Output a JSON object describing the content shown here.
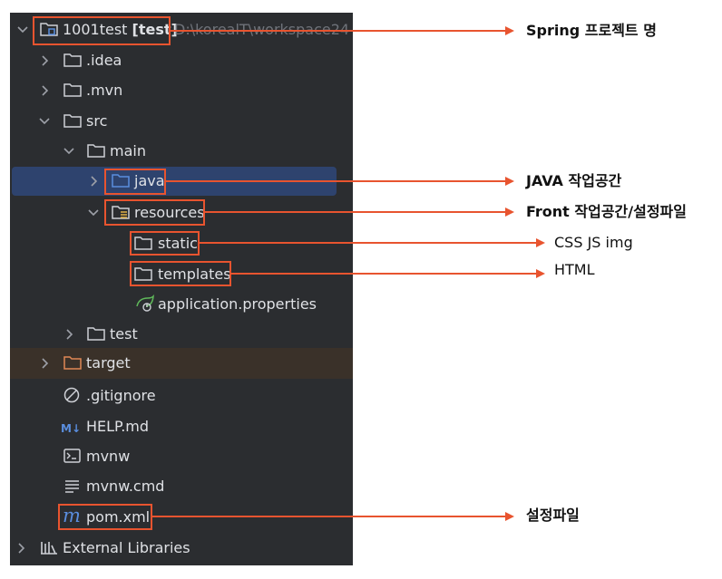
{
  "tree": {
    "root": {
      "label": "1001test",
      "module": "[test]",
      "path": "D:\\korealT\\workspace24"
    },
    "items": [
      {
        "label": ".idea"
      },
      {
        "label": ".mvn"
      },
      {
        "label": "src"
      },
      {
        "label": "main"
      },
      {
        "label": "java"
      },
      {
        "label": "resources"
      },
      {
        "label": "static"
      },
      {
        "label": "templates"
      },
      {
        "label": "application.properties"
      },
      {
        "label": "test"
      },
      {
        "label": "target"
      },
      {
        "label": ".gitignore"
      },
      {
        "label": "HELP.md"
      },
      {
        "label": "mvnw"
      },
      {
        "label": "mvnw.cmd"
      },
      {
        "label": "pom.xml"
      },
      {
        "label": "External Libraries"
      }
    ],
    "md_badge": "M↓"
  },
  "annotations": {
    "project": "Spring 프로젝트 명",
    "java": "JAVA 작업공간",
    "resources": "Front 작업공간/설정파일",
    "static": "CSS JS img",
    "templates": "HTML",
    "pom": "설정파일"
  },
  "colors": {
    "panel_bg": "#2b2d30",
    "selection": "#2e436e",
    "target_row": "#3a3129",
    "annotation": "#e8542f",
    "folder_blue": "#5a8ede",
    "text": "#dfe1e5"
  }
}
